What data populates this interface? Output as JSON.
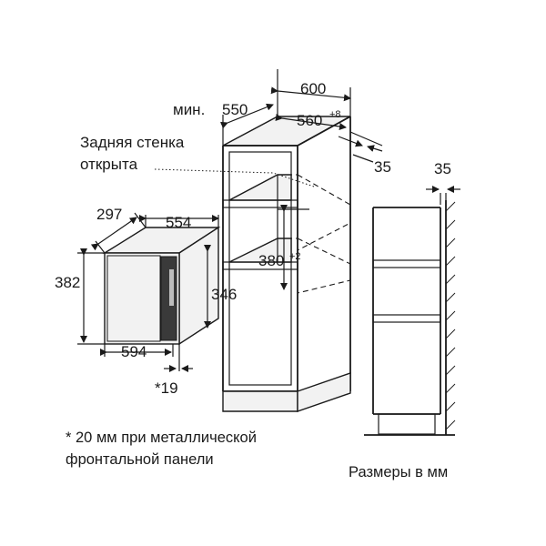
{
  "labels": {
    "w600": "600",
    "min": "мин.",
    "w550": "550",
    "w560": "560",
    "tol560": "+8",
    "rear_line1": "Задняя стенка",
    "rear_line2": "открыта",
    "d35": "35",
    "d35b": "35",
    "h380": "380",
    "tol380": "+2",
    "d297": "297",
    "w554": "554",
    "h382": "382",
    "h346": "346",
    "w594": "594",
    "d19": "*19",
    "footnote_line1": "* 20 мм при металлической",
    "footnote_line2": "фронтальной панели",
    "units": "Размеры в мм"
  }
}
